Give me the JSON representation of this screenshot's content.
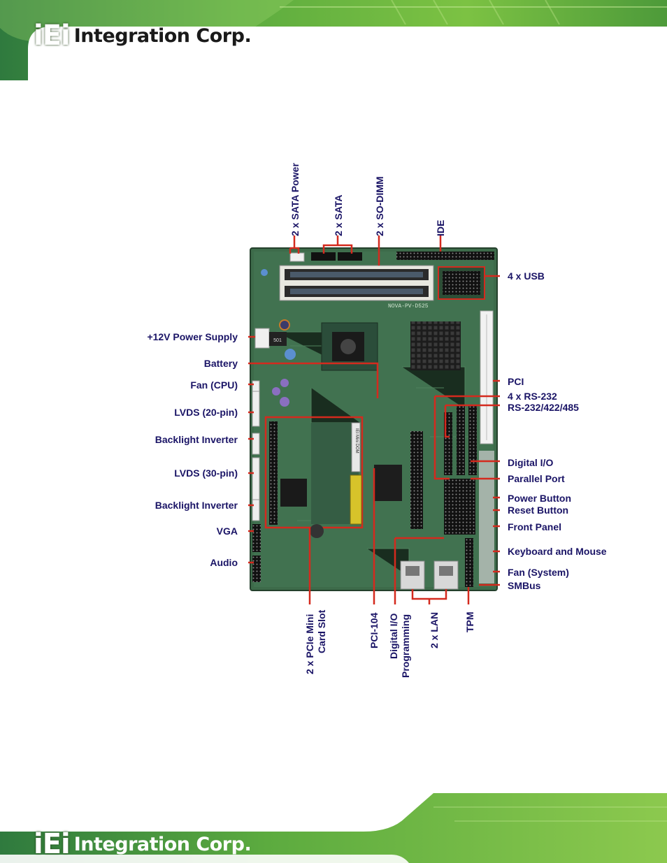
{
  "header": {
    "logo_mark": "iEi",
    "logo_text": "Integration Corp."
  },
  "colors": {
    "arrow": "#d42a1e",
    "label": "#1a1466",
    "pcb": "#3d6b4a",
    "brand_green": "#4ea83a"
  },
  "diagram": {
    "left_labels": [
      "+12V Power Supply",
      "Battery",
      "Fan (CPU)",
      "LVDS (20-pin)",
      "Backlight Inverter",
      "LVDS (30-pin)",
      "Backlight Inverter",
      "VGA",
      "Audio"
    ],
    "right_labels": [
      "4 x USB",
      "PCI",
      "4 x RS-232",
      "RS-232/422/485",
      "Digital I/O",
      "Parallel Port",
      "Power Button",
      "Reset Button",
      "Front Panel",
      "Keyboard and Mouse",
      "Fan (System)",
      "SMBus"
    ],
    "top_labels": [
      "2 x SATA Power",
      "2 x SATA",
      "2 x SO-DIMM",
      "IDE"
    ],
    "bottom_labels": [
      "2 x PCIe Mini",
      "Card Slot",
      "PCI-104",
      "Digital I/O",
      "Programming",
      "2 x LAN",
      "TPM"
    ],
    "board_marks": {
      "silk_model": "NOVA-PV-D525",
      "chip": "501",
      "dom": "IEI Mini DOM"
    }
  }
}
